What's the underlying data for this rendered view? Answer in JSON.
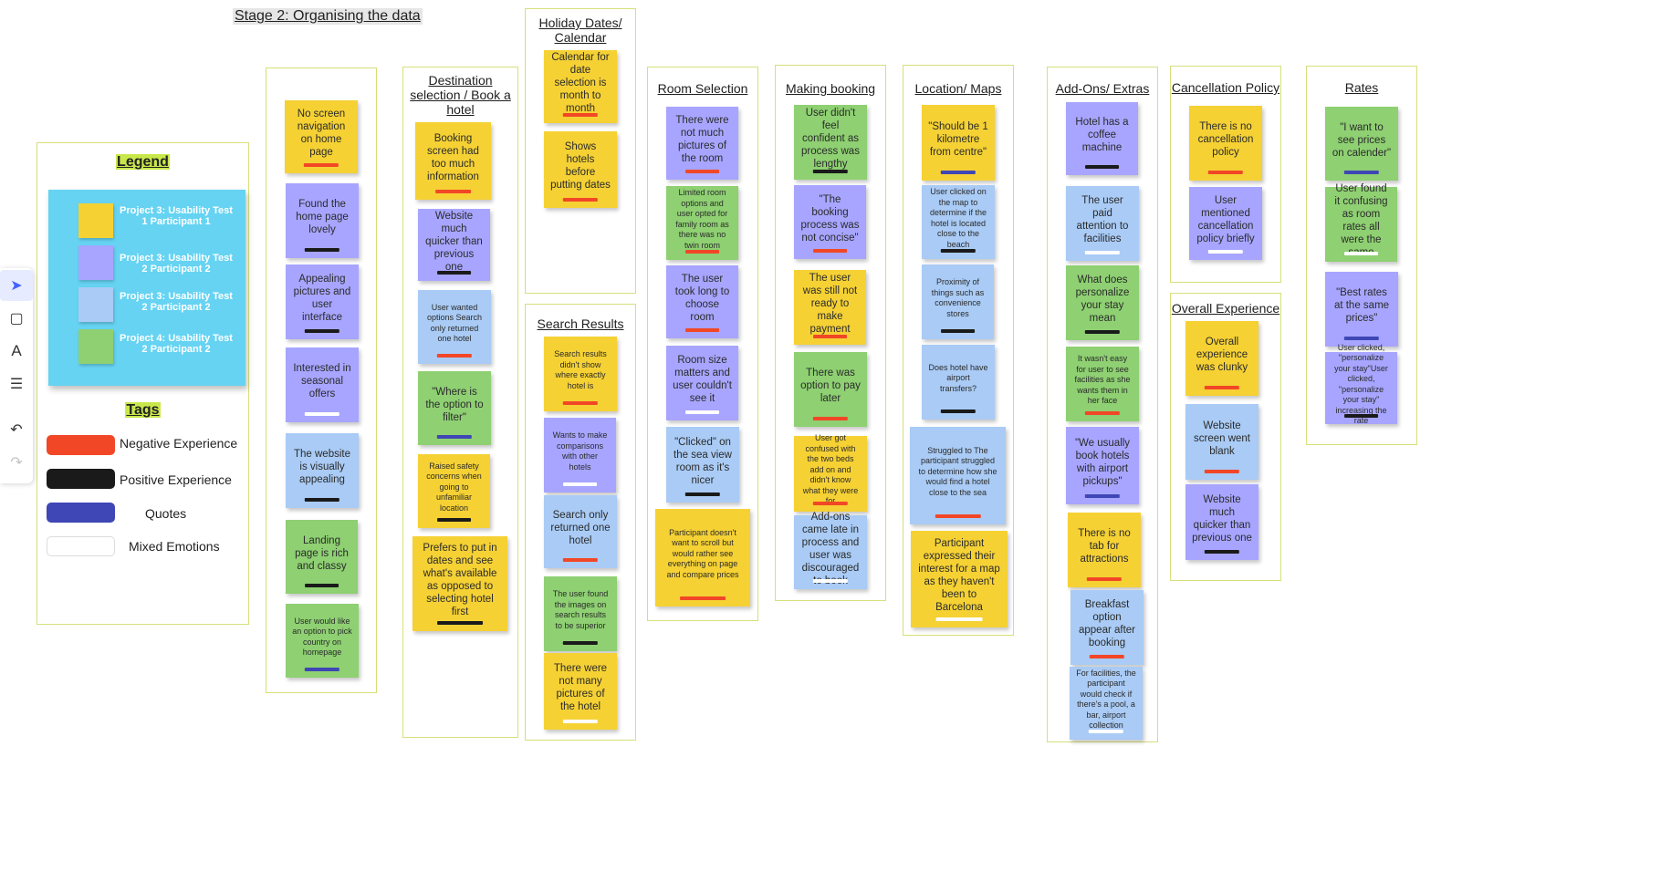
{
  "board_title": "Stage 2: Organising the data",
  "colors": {
    "yellow": "#f5d134",
    "purple": "#a7a5ff",
    "lightblue": "#a9cbf5",
    "green": "#8ed072",
    "cyan": "#66d3f2",
    "negative": "#f24726",
    "positive": "#1a1a1a",
    "quote": "#3f46b5",
    "mixed": "#ffffff"
  },
  "legend": {
    "title": "Legend",
    "entries": [
      {
        "label": "Project 3: Usability Test 1 Participant 1",
        "color": "yellow"
      },
      {
        "label": "Project 3: Usability Test 2 Participant 2",
        "color": "purple"
      },
      {
        "label": "Project 3: Usability Test 2 Participant 2",
        "color": "lightblue"
      },
      {
        "label": "Project 4: Usability Test 2 Participant 2",
        "color": "green"
      }
    ],
    "tags_title": "Tags",
    "tags": [
      {
        "label": "Negative Experience",
        "color": "negative"
      },
      {
        "label": "Positive Experience",
        "color": "positive"
      },
      {
        "label": "Quotes",
        "color": "quote"
      },
      {
        "label": "Mixed Emotions",
        "color": "mixed"
      }
    ]
  },
  "toolbar": [
    {
      "name": "select-tool-icon",
      "glyph": "➤"
    },
    {
      "name": "sticky-note-tool-icon",
      "glyph": "▢"
    },
    {
      "name": "pen-tool-icon",
      "glyph": "A"
    },
    {
      "name": "comment-tool-icon",
      "glyph": "☰"
    },
    {
      "name": "undo-icon",
      "glyph": "↶"
    },
    {
      "name": "redo-icon",
      "glyph": "↷"
    }
  ],
  "frames": [
    {
      "id": "homepage",
      "title": "Homepage",
      "notes": [
        {
          "text": "No screen navigation on home page",
          "color": "yellow",
          "tag": "negative"
        },
        {
          "text": "Found the home page lovely",
          "color": "purple",
          "tag": "positive"
        },
        {
          "text": "Appealing pictures and user interface",
          "color": "purple",
          "tag": "positive"
        },
        {
          "text": "Interested in seasonal offers",
          "color": "purple",
          "tag": "mixed"
        },
        {
          "text": "The website is visually appealing",
          "color": "lightblue",
          "tag": "positive"
        },
        {
          "text": "Landing page is rich and classy",
          "color": "green",
          "tag": "positive"
        },
        {
          "text": "User would like an option to pick country on homepage",
          "color": "green",
          "tag": "quote"
        }
      ]
    },
    {
      "id": "destination",
      "title": "Destination selection / Book a hotel",
      "notes": [
        {
          "text": "Booking screen had too much information",
          "color": "yellow",
          "tag": "negative"
        },
        {
          "text": "Website much quicker than previous one",
          "color": "purple",
          "tag": "positive"
        },
        {
          "text": "User wanted options Search only returned one hotel",
          "color": "lightblue",
          "tag": "negative"
        },
        {
          "text": "\"Where is the option to filter\"",
          "color": "green",
          "tag": "quote"
        },
        {
          "text": "Raised safety concerns when going to unfamiliar location",
          "color": "yellow",
          "tag": "positive"
        },
        {
          "text": "Prefers to put in dates and see what's available as opposed to selecting hotel first",
          "color": "yellow",
          "tag": "positive"
        }
      ]
    },
    {
      "id": "holiday",
      "title": "Holiday Dates/ Calendar",
      "notes": [
        {
          "text": "Calendar for date selection is month to month",
          "color": "yellow",
          "tag": "negative"
        },
        {
          "text": "Shows hotels before putting dates",
          "color": "yellow",
          "tag": "negative"
        }
      ]
    },
    {
      "id": "search",
      "title": "Search Results",
      "notes": [
        {
          "text": "Search results didn't show where exactly hotel is",
          "color": "yellow",
          "tag": "negative"
        },
        {
          "text": "Wants to make comparisons with other hotels",
          "color": "purple",
          "tag": "mixed"
        },
        {
          "text": "Search only returned one hotel",
          "color": "lightblue",
          "tag": "negative"
        },
        {
          "text": "The user found the images on search results to be superior",
          "color": "green",
          "tag": "positive"
        },
        {
          "text": "There were not many pictures of the hotel",
          "color": "yellow",
          "tag": "mixed"
        }
      ]
    },
    {
      "id": "room",
      "title": "Room Selection",
      "notes": [
        {
          "text": "There were not much pictures of the room",
          "color": "purple",
          "tag": "negative"
        },
        {
          "text": "Limited room options and user opted for family room as there was no twin room",
          "color": "green",
          "tag": "negative"
        },
        {
          "text": "The user took long to choose room",
          "color": "purple",
          "tag": "negative"
        },
        {
          "text": "Room size matters and user couldn't see it",
          "color": "purple",
          "tag": "mixed"
        },
        {
          "text": "\"Clicked\" on the sea view room as it's nicer",
          "color": "lightblue",
          "tag": "positive"
        },
        {
          "text": "Participant doesn't want to scroll but would rather see everything on page and compare prices",
          "color": "yellow",
          "tag": "negative"
        }
      ]
    },
    {
      "id": "booking",
      "title": "Making booking",
      "notes": [
        {
          "text": "User didn't feel confident as process was lengthy",
          "color": "green",
          "tag": "positive"
        },
        {
          "text": "\"The booking process was not concise\"",
          "color": "purple",
          "tag": "negative"
        },
        {
          "text": "The user was still not ready to make payment",
          "color": "yellow",
          "tag": "negative"
        },
        {
          "text": "There was option to pay later",
          "color": "green",
          "tag": "negative"
        },
        {
          "text": "User got confused with the two beds add on and didn't know what they were for",
          "color": "yellow",
          "tag": "negative"
        },
        {
          "text": "Add-ons came late in process and user was discouraged to book",
          "color": "lightblue",
          "tag": "mixed"
        }
      ]
    },
    {
      "id": "location",
      "title": "Location/ Maps",
      "notes": [
        {
          "text": "\"Should be 1 kilometre from centre\"",
          "color": "yellow",
          "tag": "quote"
        },
        {
          "text": "User clicked on the map to determine if the hotel is located close to the beach",
          "color": "lightblue",
          "tag": "positive"
        },
        {
          "text": "Proximity of things such as convenience stores",
          "color": "lightblue",
          "tag": "positive"
        },
        {
          "text": "Does hotel have airport transfers?",
          "color": "lightblue",
          "tag": "positive"
        },
        {
          "text": "Struggled to The participant struggled to determine how she would find a hotel close to the sea",
          "color": "lightblue",
          "tag": "negative"
        },
        {
          "text": "Participant expressed their interest for a map as they haven't been to Barcelona",
          "color": "yellow",
          "tag": "mixed"
        }
      ]
    },
    {
      "id": "addons",
      "title": "Add-Ons/ Extras",
      "notes": [
        {
          "text": "Hotel has a coffee machine",
          "color": "purple",
          "tag": "positive"
        },
        {
          "text": "The user paid attention to facilities",
          "color": "lightblue",
          "tag": "mixed"
        },
        {
          "text": "What does personalize your stay mean",
          "color": "green",
          "tag": "positive"
        },
        {
          "text": "It wasn't easy for user to see facilities as she wants them in her face",
          "color": "green",
          "tag": "negative"
        },
        {
          "text": "\"We usually book hotels with airport pickups\"",
          "color": "purple",
          "tag": "quote"
        },
        {
          "text": "There is no tab for attractions",
          "color": "yellow",
          "tag": "negative"
        },
        {
          "text": "Breakfast option appear after booking",
          "color": "lightblue",
          "tag": "negative"
        },
        {
          "text": "For facilities, the participant would check if there's a pool, a bar, airport collection",
          "color": "lightblue",
          "tag": "mixed"
        }
      ]
    },
    {
      "id": "cancellation",
      "title": "Cancellation Policy",
      "notes": [
        {
          "text": "There is no cancellation policy",
          "color": "yellow",
          "tag": "negative"
        },
        {
          "text": "User mentioned cancellation policy briefly",
          "color": "purple",
          "tag": "mixed"
        }
      ]
    },
    {
      "id": "overall",
      "title": "Overall Experience",
      "notes": [
        {
          "text": "Overall experience was clunky",
          "color": "yellow",
          "tag": "negative"
        },
        {
          "text": "Website screen went blank",
          "color": "lightblue",
          "tag": "negative"
        },
        {
          "text": "Website much quicker than previous one",
          "color": "purple",
          "tag": "positive"
        }
      ]
    },
    {
      "id": "rates",
      "title": "Rates",
      "notes": [
        {
          "text": "\"I want to see prices on calender\"",
          "color": "green",
          "tag": "quote"
        },
        {
          "text": "User found it confusing as room rates all were the same",
          "color": "green",
          "tag": "mixed"
        },
        {
          "text": "\"Best rates at the same prices\"",
          "color": "purple",
          "tag": "quote"
        },
        {
          "text": "User clicked, \"personalize your stay\"User clicked, \"personalize your stay\" increasing the rate",
          "color": "purple",
          "tag": "positive"
        }
      ]
    }
  ]
}
